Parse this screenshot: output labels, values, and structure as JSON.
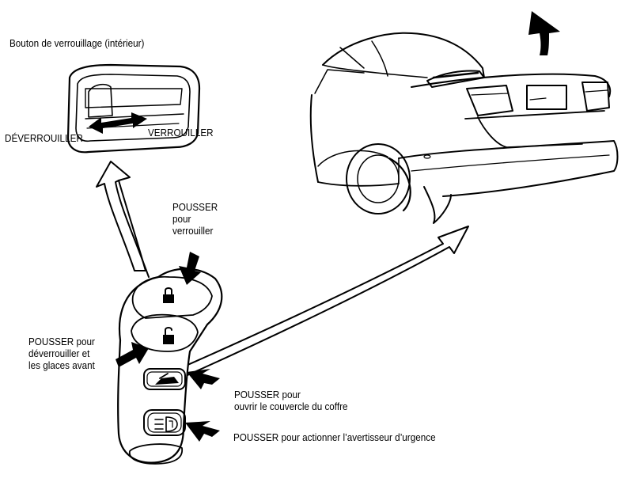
{
  "labels": {
    "lock_button_interior": "Bouton de verrouillage (intérieur)",
    "unlock": "DÉVERROUILLER",
    "lock": "VERROUILLER",
    "push_to_lock": [
      "POUSSER",
      "pour",
      "verrouiller"
    ],
    "push_to_unlock": [
      "POUSSER pour",
      "déverrouiller et",
      "les glaces avant"
    ],
    "push_to_open_trunk": [
      "POUSSER pour",
      "ouvrir le couvercle du coffre"
    ],
    "push_for_panic": "POUSSER pour actionner l’avertisseur d’urgence"
  },
  "icons": {
    "remote_lock": "lock-closed-icon",
    "remote_unlock": "lock-open-icon",
    "remote_trunk": "trunk-icon",
    "remote_panic": "hazard-light-icon"
  },
  "colors": {
    "ink": "#000000",
    "paper": "#ffffff"
  }
}
